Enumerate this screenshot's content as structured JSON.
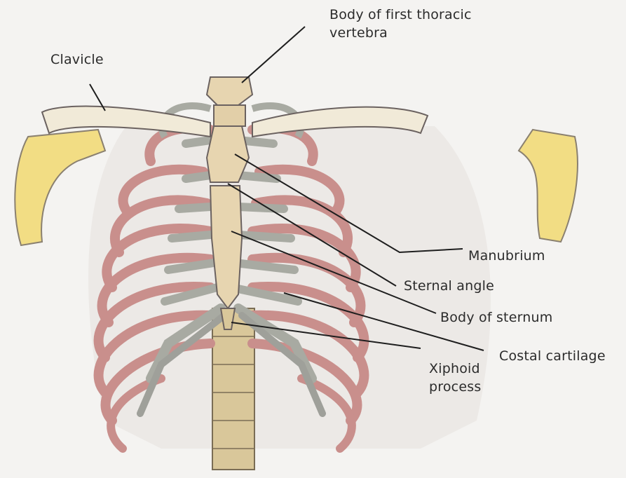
{
  "labels": {
    "body_first_thoracic_vertebra": "Body of first thoracic\nvertebra",
    "clavicle": "Clavicle",
    "manubrium": "Manubrium",
    "sternal_angle": "Sternal angle",
    "body_of_sternum": "Body of sternum",
    "costal_cartilage": "Costal cartilage",
    "xiphoid_process": "Xiphoid\nprocess"
  },
  "colors": {
    "rib_red": "#c98f8c",
    "cartilage_grey": "#a8aaa2",
    "sternum_tan": "#e7d5b0",
    "scapula_yellow": "#f2dd84",
    "outline": "#6b6260"
  }
}
